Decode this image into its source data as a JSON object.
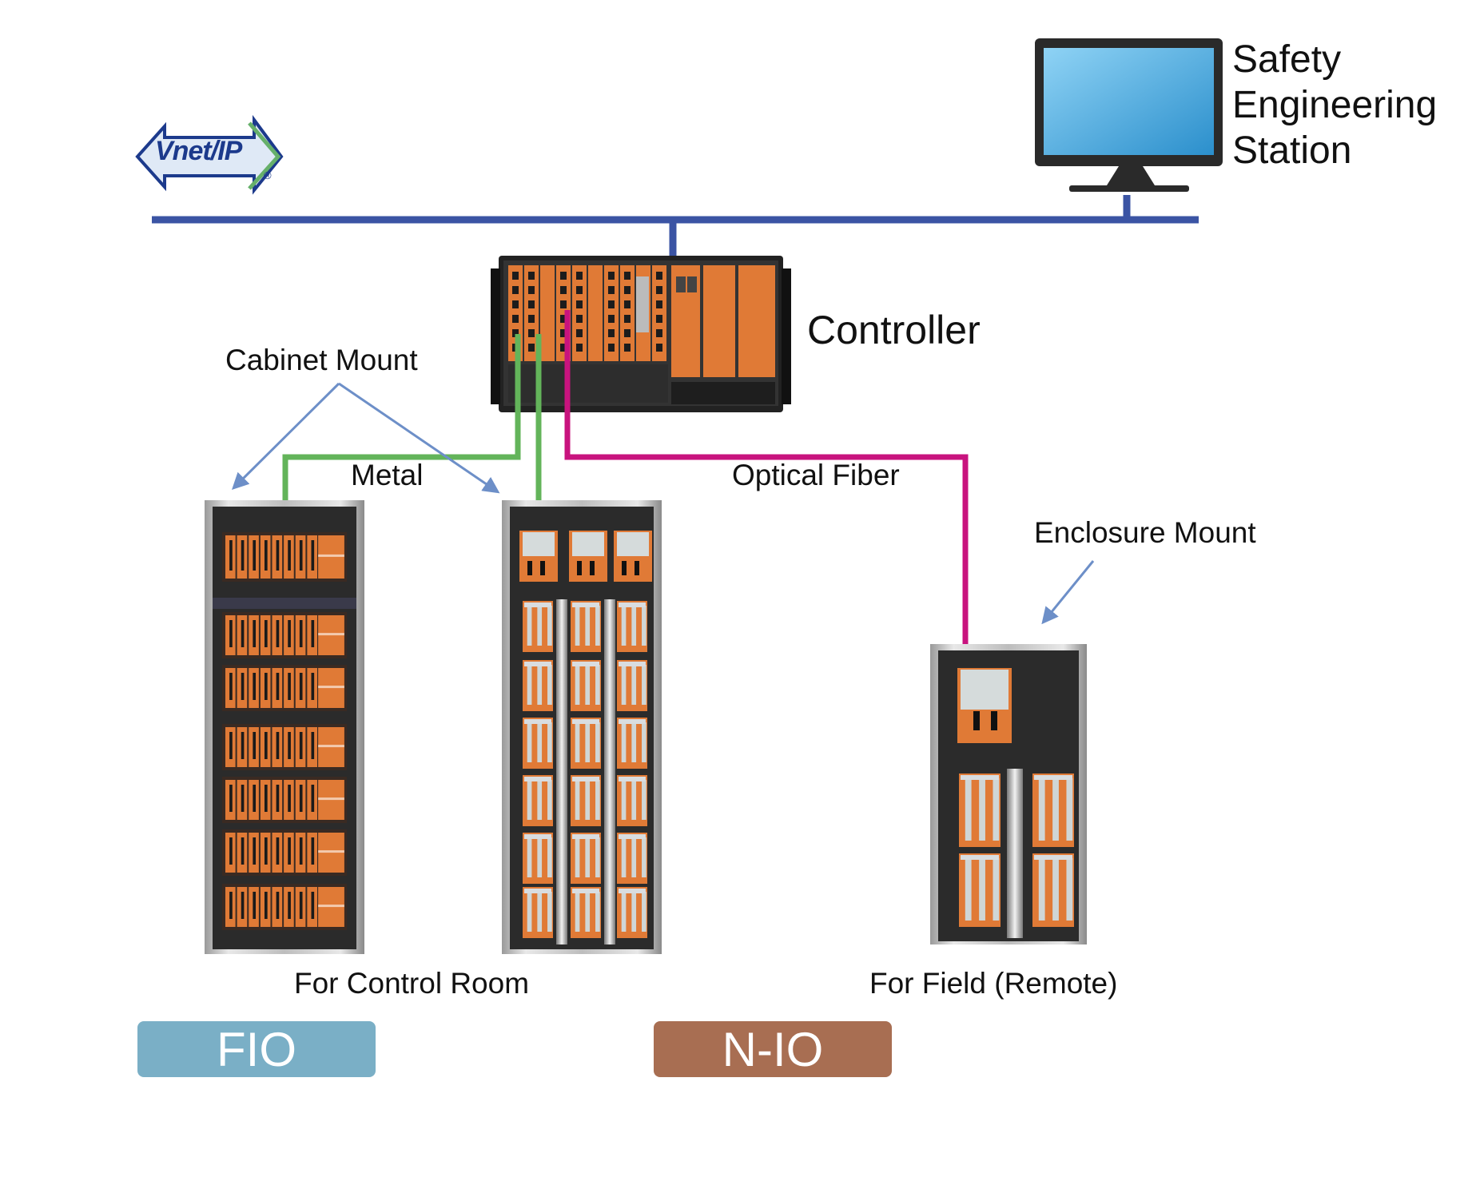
{
  "network": {
    "logo_text": "Vnet/IP",
    "logo_reg": "®"
  },
  "station": {
    "lines": [
      "Safety",
      "Engineering",
      "Station"
    ]
  },
  "labels": {
    "controller": "Controller",
    "cabinet_mount": "Cabinet Mount",
    "metal": "Metal",
    "optical_fiber": "Optical Fiber",
    "enclosure_mount": "Enclosure Mount",
    "for_control_room": "For Control Room",
    "for_field": "For Field (Remote)"
  },
  "badges": {
    "fio": "FIO",
    "nio": "N-IO"
  },
  "colors": {
    "bus": "#3b54a4",
    "metal": "#63b45a",
    "fiber": "#c8137e",
    "pointer": "#6d8fc8",
    "fio_badge": "#7aafc6",
    "nio_badge": "#a86e52",
    "module_orange": "#e07a36",
    "cabinet": "#2b2b2b",
    "monitor_screen": "#3aa0d8"
  }
}
